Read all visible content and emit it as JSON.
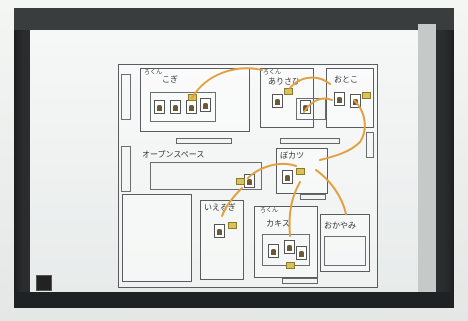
{
  "board": {
    "rooms": {
      "top_left_tag": "ろくん",
      "top_left_name": "こぎ",
      "top_mid_tag": "ろくん",
      "top_mid_name": "ありさひ",
      "top_right_name": "おとこ",
      "open_space": "オープンスペース",
      "center_name": "ぼカツ",
      "bottom_left_name": "いえるぎ",
      "bottom_mid_tag": "ろくん",
      "bottom_mid_name": "カキス",
      "bottom_right_name": "おかやみ"
    }
  }
}
